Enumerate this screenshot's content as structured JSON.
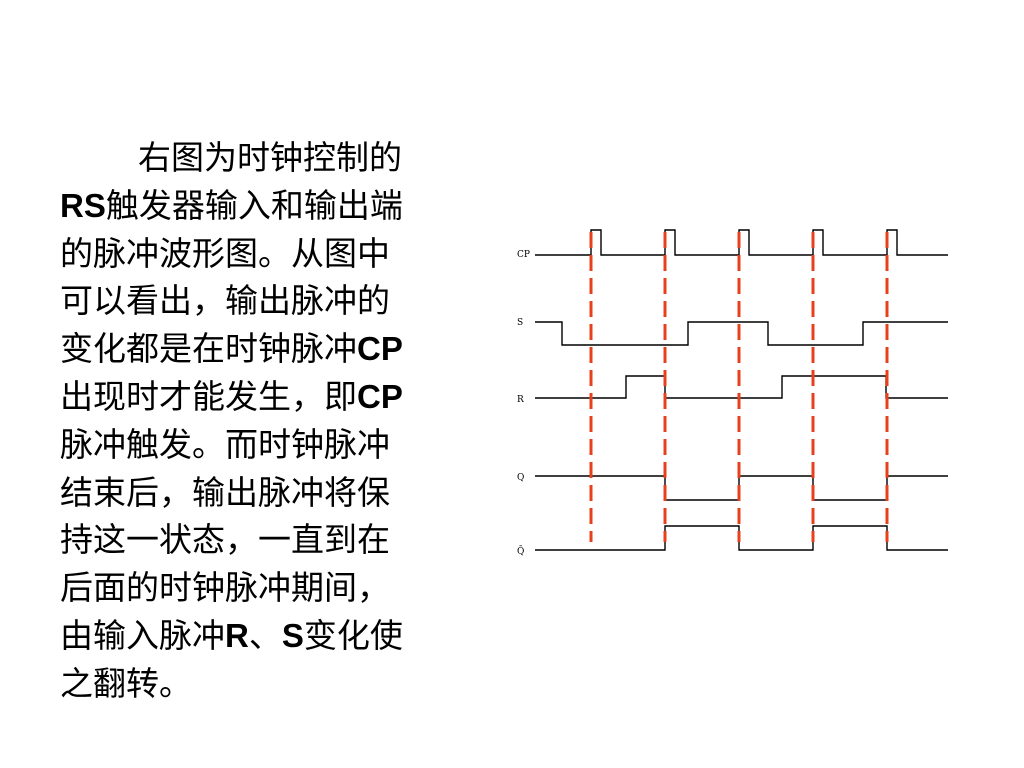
{
  "text": {
    "lines": [
      [
        {
          "t": "右图为时钟控制的"
        }
      ],
      [
        {
          "t": "RS",
          "b": true
        },
        {
          "t": "触发器输入和输出端"
        }
      ],
      [
        {
          "t": "的脉冲波形图。从图中"
        }
      ],
      [
        {
          "t": "可以看出，输出脉冲的"
        }
      ],
      [
        {
          "t": "变化都是在时钟脉冲"
        },
        {
          "t": "CP",
          "b": true
        }
      ],
      [
        {
          "t": "出现时才能发生，即"
        },
        {
          "t": "CP",
          "b": true
        }
      ],
      [
        {
          "t": "脉冲触发。而时钟脉冲"
        }
      ],
      [
        {
          "t": "结束后，输出脉冲将保"
        }
      ],
      [
        {
          "t": "持这一状态，一直到在"
        }
      ],
      [
        {
          "t": "后面的时钟脉冲期间，"
        }
      ],
      [
        {
          "t": "由输入脉冲"
        },
        {
          "t": "R",
          "b": true
        },
        {
          "t": "、"
        },
        {
          "t": "S",
          "b": true
        },
        {
          "t": "变化使"
        }
      ],
      [
        {
          "t": "之翻转。"
        }
      ]
    ]
  },
  "waveform": {
    "signals": [
      {
        "label": "CP",
        "name": "cp"
      },
      {
        "label": "S",
        "name": "s"
      },
      {
        "label": "R",
        "name": "r"
      },
      {
        "label": "Q",
        "name": "q"
      },
      {
        "label": "Q̄",
        "name": "q-bar"
      }
    ],
    "clock_pulse_count": 5,
    "marker_color": "#e8401c",
    "line_color": "#000000"
  }
}
